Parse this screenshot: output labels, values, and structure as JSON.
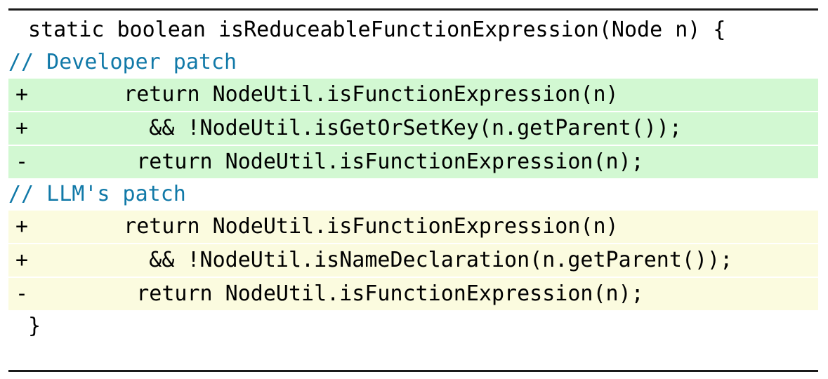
{
  "figure": {
    "name": "patch-diff-comparison",
    "top_rule": true,
    "bottom_rule": true,
    "colors": {
      "added_developer_bg": "#d2f8d2",
      "added_llm_bg": "#fbfbdf",
      "comment_text": "#1179a8",
      "code_text": "#000000",
      "page_bg": "#ffffff",
      "rule": "#1a1a1a"
    }
  },
  "code": {
    "signature_line": {
      "marker": "",
      "text": " static boolean isReduceableFunctionExpression(Node n) {"
    },
    "developer_comment": {
      "marker": "",
      "text": "// Developer patch"
    },
    "developer_hunk": [
      {
        "marker": "+",
        "text": "   return NodeUtil.isFunctionExpression(n)"
      },
      {
        "marker": "+",
        "text": "     && !NodeUtil.isGetOrSetKey(n.getParent());"
      },
      {
        "marker": "-",
        "text": "    return NodeUtil.isFunctionExpression(n);"
      }
    ],
    "llm_comment": {
      "marker": "",
      "text": "// LLM's patch"
    },
    "llm_hunk": [
      {
        "marker": "+",
        "text": "   return NodeUtil.isFunctionExpression(n)"
      },
      {
        "marker": "+",
        "text": "     && !NodeUtil.isNameDeclaration(n.getParent());"
      },
      {
        "marker": "-",
        "text": "    return NodeUtil.isFunctionExpression(n);"
      }
    ],
    "closing_line": {
      "marker": "",
      "text": " }"
    }
  }
}
